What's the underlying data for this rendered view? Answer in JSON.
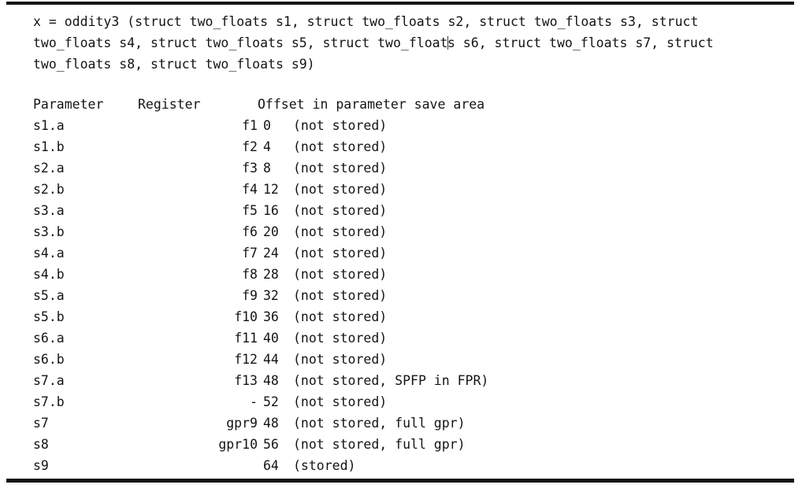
{
  "figure": {
    "kind": "code-listing",
    "rules": {
      "top": true,
      "bottom": true,
      "color": "#131313"
    },
    "background": "#ffffff",
    "text_color": "#141414"
  },
  "signature": {
    "lines": [
      "x = oddity3 (struct two_floats s1, struct two_floats s2, struct two_floats s3, struct",
      "two_floats s4, struct two_floats s5, struct two_float",
      "s s6, struct two_floats s7, struct",
      "two_floats s8, struct two_floats s9)"
    ],
    "line1": "x = oddity3 (struct two_floats s1, struct two_floats s2, struct two_floats s3, struct",
    "line2_before_caret": "two_floats s4, struct two_floats s5, struct two_float",
    "line2_after_caret": "s s6, struct two_floats s7, struct",
    "line3": "two_floats s8, struct two_floats s9)",
    "caret_present": true
  },
  "table": {
    "headers": {
      "parameter": "Parameter",
      "register": "Register",
      "offset": "Offset in parameter save area"
    },
    "rows": [
      {
        "parameter": "s1.a",
        "register": "f1",
        "offset": "0",
        "note": "(not stored)"
      },
      {
        "parameter": "s1.b",
        "register": "f2",
        "offset": "4",
        "note": "(not stored)"
      },
      {
        "parameter": "s2.a",
        "register": "f3",
        "offset": "8",
        "note": "(not stored)"
      },
      {
        "parameter": "s2.b",
        "register": "f4",
        "offset": "12",
        "note": "(not stored)"
      },
      {
        "parameter": "s3.a",
        "register": "f5",
        "offset": "16",
        "note": "(not stored)"
      },
      {
        "parameter": "s3.b",
        "register": "f6",
        "offset": "20",
        "note": "(not stored)"
      },
      {
        "parameter": "s4.a",
        "register": "f7",
        "offset": "24",
        "note": "(not stored)"
      },
      {
        "parameter": "s4.b",
        "register": "f8",
        "offset": "28",
        "note": "(not stored)"
      },
      {
        "parameter": "s5.a",
        "register": "f9",
        "offset": "32",
        "note": "(not stored)"
      },
      {
        "parameter": "s5.b",
        "register": "f10",
        "offset": "36",
        "note": "(not stored)"
      },
      {
        "parameter": "s6.a",
        "register": "f11",
        "offset": "40",
        "note": "(not stored)"
      },
      {
        "parameter": "s6.b",
        "register": "f12",
        "offset": "44",
        "note": "(not stored)"
      },
      {
        "parameter": "s7.a",
        "register": "f13",
        "offset": "48",
        "note": "(not stored, SPFP in FPR)"
      },
      {
        "parameter": "s7.b",
        "register": "-",
        "offset": "52",
        "note": "(not stored)"
      },
      {
        "parameter": "s7",
        "register": "gpr9",
        "offset": "48",
        "note": "(not stored, full gpr)"
      },
      {
        "parameter": "s8",
        "register": "gpr10",
        "offset": "56",
        "note": "(not stored, full gpr)"
      },
      {
        "parameter": "s9",
        "register": "",
        "offset": "64",
        "note": "(stored)"
      }
    ]
  }
}
